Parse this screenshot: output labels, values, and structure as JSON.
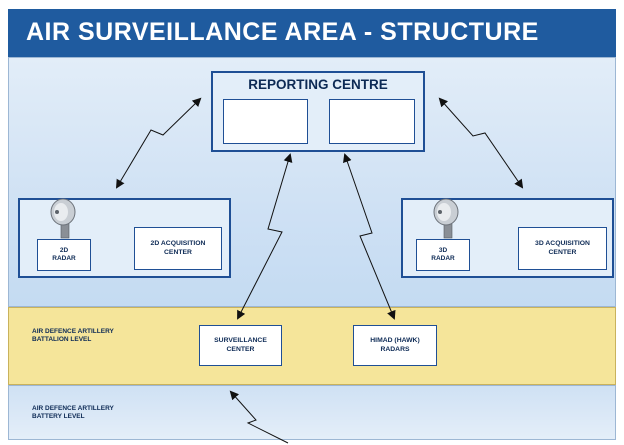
{
  "title": "AIR SURVEILLANCE AREA - STRUCTURE",
  "reporting_centre": {
    "label": "REPORTING CENTRE"
  },
  "left_group": {
    "radar_label": "2D\nRADAR",
    "center_label": "2D ACQUISITION\nCENTER"
  },
  "right_group": {
    "radar_label": "3D\nRADAR",
    "center_label": "3D ACQUISITION\nCENTER"
  },
  "battalion": {
    "band_label": "AIR DEFENCE ARTILLERY\nBATTALION LEVEL",
    "surveillance_label": "SURVEILLANCE\nCENTER",
    "himad_label": "HIMAD (HAWK)\nRADARS"
  },
  "battery": {
    "band_label": "AIR DEFENCE ARTILLERY\nBATTERY LEVEL"
  },
  "colors": {
    "title_bar": "#1f5b9f",
    "box_border": "#1f4f95",
    "battalion_band": "#f5e59a",
    "sky_band": "#cfe1f4"
  },
  "icons": [
    "radar-dish-icon",
    "radar-dish-icon"
  ]
}
